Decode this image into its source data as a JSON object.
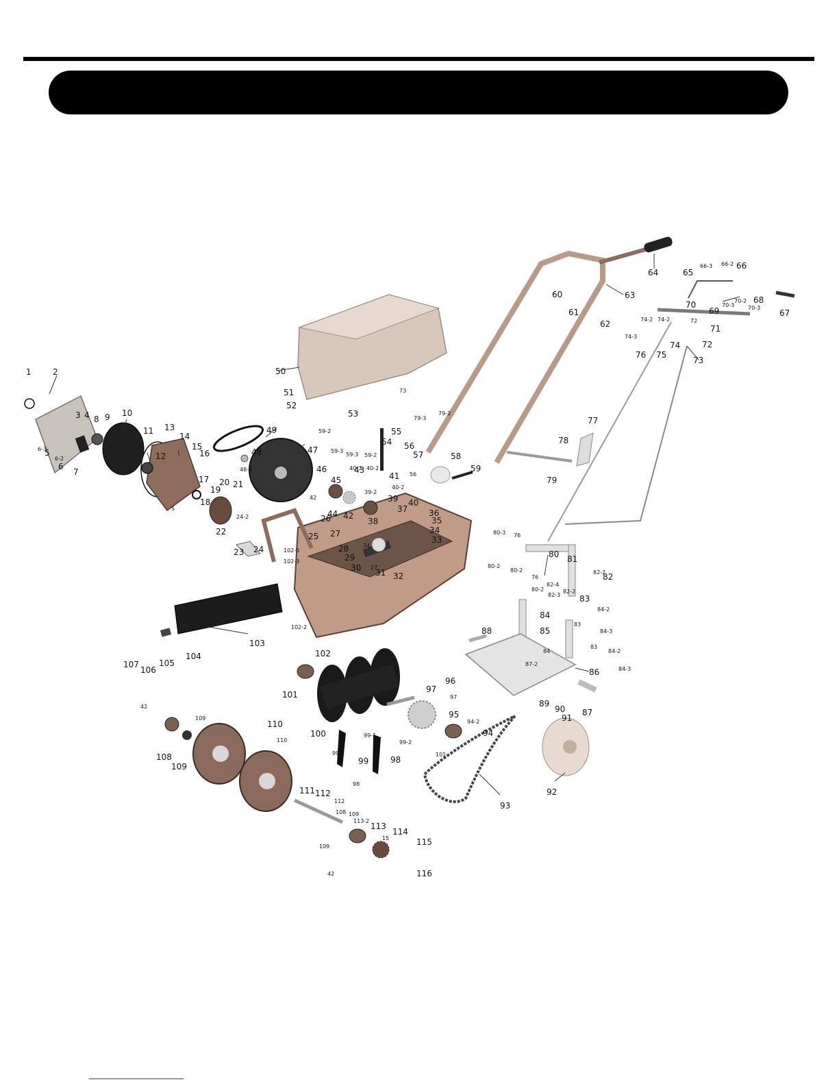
{
  "callouts": [
    {
      "id": "c1",
      "label": "1"
    },
    {
      "id": "c2",
      "label": "2"
    },
    {
      "id": "c3",
      "label": "3"
    },
    {
      "id": "c4",
      "label": "4"
    },
    {
      "id": "c5",
      "label": "5"
    },
    {
      "id": "c6",
      "label": "6"
    },
    {
      "id": "c7",
      "label": "7"
    },
    {
      "id": "c8",
      "label": "8"
    },
    {
      "id": "c9",
      "label": "9"
    },
    {
      "id": "c10",
      "label": "10"
    },
    {
      "id": "c11",
      "label": "11"
    },
    {
      "id": "c12",
      "label": "12"
    },
    {
      "id": "c13",
      "label": "13"
    },
    {
      "id": "c14",
      "label": "14"
    },
    {
      "id": "c15",
      "label": "15"
    },
    {
      "id": "c16",
      "label": "16"
    },
    {
      "id": "c17",
      "label": "17"
    },
    {
      "id": "c18",
      "label": "18"
    },
    {
      "id": "c19",
      "label": "19"
    },
    {
      "id": "c20",
      "label": "20"
    },
    {
      "id": "c21",
      "label": "21"
    },
    {
      "id": "c22",
      "label": "22"
    },
    {
      "id": "c23",
      "label": "23"
    },
    {
      "id": "c24",
      "label": "24"
    },
    {
      "id": "c25",
      "label": "25"
    },
    {
      "id": "c26",
      "label": "26"
    },
    {
      "id": "c27",
      "label": "27"
    },
    {
      "id": "c28",
      "label": "28"
    },
    {
      "id": "c29",
      "label": "29"
    },
    {
      "id": "c30",
      "label": "30"
    },
    {
      "id": "c31",
      "label": "31"
    },
    {
      "id": "c32",
      "label": "32"
    },
    {
      "id": "c33",
      "label": "33"
    },
    {
      "id": "c34",
      "label": "34"
    },
    {
      "id": "c35",
      "label": "35"
    },
    {
      "id": "c36",
      "label": "36"
    },
    {
      "id": "c37",
      "label": "37"
    },
    {
      "id": "c38",
      "label": "38"
    },
    {
      "id": "c39",
      "label": "39"
    },
    {
      "id": "c40",
      "label": "40"
    },
    {
      "id": "c41",
      "label": "41"
    },
    {
      "id": "c42",
      "label": "42"
    },
    {
      "id": "c43",
      "label": "43"
    },
    {
      "id": "c44",
      "label": "44"
    },
    {
      "id": "c45",
      "label": "45"
    },
    {
      "id": "c46",
      "label": "46"
    },
    {
      "id": "c47",
      "label": "47"
    },
    {
      "id": "c48",
      "label": "48"
    },
    {
      "id": "c49",
      "label": "49"
    },
    {
      "id": "c50",
      "label": "50"
    },
    {
      "id": "c51",
      "label": "51"
    },
    {
      "id": "c52",
      "label": "52"
    },
    {
      "id": "c53",
      "label": "53"
    },
    {
      "id": "c54",
      "label": "54"
    },
    {
      "id": "c55",
      "label": "55"
    },
    {
      "id": "c56",
      "label": "56"
    },
    {
      "id": "c57",
      "label": "57"
    },
    {
      "id": "c58",
      "label": "58"
    },
    {
      "id": "c59",
      "label": "59"
    },
    {
      "id": "c60",
      "label": "60"
    },
    {
      "id": "c61",
      "label": "61"
    },
    {
      "id": "c62",
      "label": "62"
    },
    {
      "id": "c63",
      "label": "63"
    },
    {
      "id": "c64",
      "label": "64"
    },
    {
      "id": "c65",
      "label": "65"
    },
    {
      "id": "c66",
      "label": "66"
    },
    {
      "id": "c67",
      "label": "67"
    },
    {
      "id": "c68",
      "label": "68"
    },
    {
      "id": "c69",
      "label": "69"
    },
    {
      "id": "c70",
      "label": "70"
    },
    {
      "id": "c71",
      "label": "71"
    },
    {
      "id": "c72",
      "label": "72"
    },
    {
      "id": "c73",
      "label": "73"
    },
    {
      "id": "c74",
      "label": "74"
    },
    {
      "id": "c75",
      "label": "75"
    },
    {
      "id": "c76",
      "label": "76"
    },
    {
      "id": "c77",
      "label": "77"
    },
    {
      "id": "c78",
      "label": "78"
    },
    {
      "id": "c79",
      "label": "79"
    },
    {
      "id": "c80",
      "label": "80"
    },
    {
      "id": "c81",
      "label": "81"
    },
    {
      "id": "c82",
      "label": "82"
    },
    {
      "id": "c83",
      "label": "83"
    },
    {
      "id": "c84",
      "label": "84"
    },
    {
      "id": "c85",
      "label": "85"
    },
    {
      "id": "c86",
      "label": "86"
    },
    {
      "id": "c87",
      "label": "87"
    },
    {
      "id": "c88",
      "label": "88"
    },
    {
      "id": "c89",
      "label": "89"
    },
    {
      "id": "c90",
      "label": "90"
    },
    {
      "id": "c91",
      "label": "91"
    },
    {
      "id": "c92",
      "label": "92"
    },
    {
      "id": "c93",
      "label": "93"
    },
    {
      "id": "c94",
      "label": "94"
    },
    {
      "id": "c95",
      "label": "95"
    },
    {
      "id": "c96",
      "label": "96"
    },
    {
      "id": "c97",
      "label": "97"
    },
    {
      "id": "c98",
      "label": "98"
    },
    {
      "id": "c99",
      "label": "99"
    },
    {
      "id": "c100",
      "label": "100"
    },
    {
      "id": "c101",
      "label": "101"
    },
    {
      "id": "c102",
      "label": "102"
    },
    {
      "id": "c103",
      "label": "103"
    },
    {
      "id": "c104",
      "label": "104"
    },
    {
      "id": "c105",
      "label": "105"
    },
    {
      "id": "c106",
      "label": "106"
    },
    {
      "id": "c107",
      "label": "107"
    },
    {
      "id": "c108",
      "label": "108"
    },
    {
      "id": "c109",
      "label": "109"
    },
    {
      "id": "c110",
      "label": "110"
    },
    {
      "id": "c111",
      "label": "111"
    },
    {
      "id": "c112",
      "label": "112"
    },
    {
      "id": "c113",
      "label": "113"
    },
    {
      "id": "c114",
      "label": "114"
    },
    {
      "id": "c115",
      "label": "115"
    },
    {
      "id": "c116",
      "label": "116"
    }
  ],
  "sub_callouts": [
    {
      "id": "s6-3",
      "label": "6-3"
    },
    {
      "id": "s6-2",
      "label": "6-2"
    },
    {
      "id": "s24-2",
      "label": "24-2"
    },
    {
      "id": "s48-3",
      "label": "48-3"
    },
    {
      "id": "s59-2a",
      "label": "59-2"
    },
    {
      "id": "s59-3a",
      "label": "59-3"
    },
    {
      "id": "s59-3b",
      "label": "59-3"
    },
    {
      "id": "s59-2b",
      "label": "59-2"
    },
    {
      "id": "s79-3",
      "label": "79-3"
    },
    {
      "id": "s79-2",
      "label": "79-2"
    },
    {
      "id": "s73",
      "label": "73"
    },
    {
      "id": "s40-3",
      "label": "40-3"
    },
    {
      "id": "s40-2a",
      "label": "40-2"
    },
    {
      "id": "s39-2",
      "label": "39-2"
    },
    {
      "id": "s40-2b",
      "label": "40-2"
    },
    {
      "id": "s56",
      "label": "56"
    },
    {
      "id": "s42",
      "label": "42"
    },
    {
      "id": "s34",
      "label": "34"
    },
    {
      "id": "s27",
      "label": "27"
    },
    {
      "id": "s102-5",
      "label": "102-5"
    },
    {
      "id": "s102-3",
      "label": "102-3"
    },
    {
      "id": "s102-2",
      "label": "102-2"
    },
    {
      "id": "s66-3",
      "label": "66-3"
    },
    {
      "id": "s66-2",
      "label": "66-2"
    },
    {
      "id": "s70-3a",
      "label": "70-3"
    },
    {
      "id": "s70-2",
      "label": "70-2"
    },
    {
      "id": "s70-3b",
      "label": "70-3"
    },
    {
      "id": "s74-2a",
      "label": "74-2"
    },
    {
      "id": "s74-2b",
      "label": "74-2"
    },
    {
      "id": "s74-3",
      "label": "74-3"
    },
    {
      "id": "s72",
      "label": "72"
    },
    {
      "id": "s80-3",
      "label": "80-3"
    },
    {
      "id": "s76a",
      "label": "76"
    },
    {
      "id": "s80-2a",
      "label": "80-2"
    },
    {
      "id": "s80-2b",
      "label": "80-2"
    },
    {
      "id": "s76b",
      "label": "76"
    },
    {
      "id": "s80-2c",
      "label": "80-2"
    },
    {
      "id": "s82-4",
      "label": "82-4"
    },
    {
      "id": "s82-3",
      "label": "82-3"
    },
    {
      "id": "s82-2a",
      "label": "82-2"
    },
    {
      "id": "s82-2b",
      "label": "82-2"
    },
    {
      "id": "s83",
      "label": "83"
    },
    {
      "id": "s84-2a",
      "label": "84-2"
    },
    {
      "id": "s84-3a",
      "label": "84-3"
    },
    {
      "id": "s84",
      "label": "84"
    },
    {
      "id": "s83b",
      "label": "83"
    },
    {
      "id": "s84-2b",
      "label": "84-2"
    },
    {
      "id": "s84-3b",
      "label": "84-3"
    },
    {
      "id": "s87-2",
      "label": "87-2"
    },
    {
      "id": "s97",
      "label": "97"
    },
    {
      "id": "s94-2",
      "label": "94-2"
    },
    {
      "id": "s101",
      "label": "101"
    },
    {
      "id": "s99-1",
      "label": "99-1"
    },
    {
      "id": "s99-2a",
      "label": "99-2"
    },
    {
      "id": "s99-2b",
      "label": "99-2"
    },
    {
      "id": "s98",
      "label": "98"
    },
    {
      "id": "s42b",
      "label": "42"
    },
    {
      "id": "s109a",
      "label": "109"
    },
    {
      "id": "s110",
      "label": "110"
    },
    {
      "id": "s112",
      "label": "112"
    },
    {
      "id": "s108",
      "label": "108"
    },
    {
      "id": "s109b",
      "label": "109"
    },
    {
      "id": "s113-2",
      "label": "113-2"
    },
    {
      "id": "s109c",
      "label": "109"
    },
    {
      "id": "s15",
      "label": "15"
    },
    {
      "id": "s42c",
      "label": "42"
    },
    {
      "id": "s5",
      "label": "5"
    }
  ],
  "colors": {
    "frame": "#d6c5b9",
    "dark_part": "#2b2b2b",
    "metal": "#c9c9c9",
    "tire": "#8a7060",
    "banner": "#000000"
  }
}
